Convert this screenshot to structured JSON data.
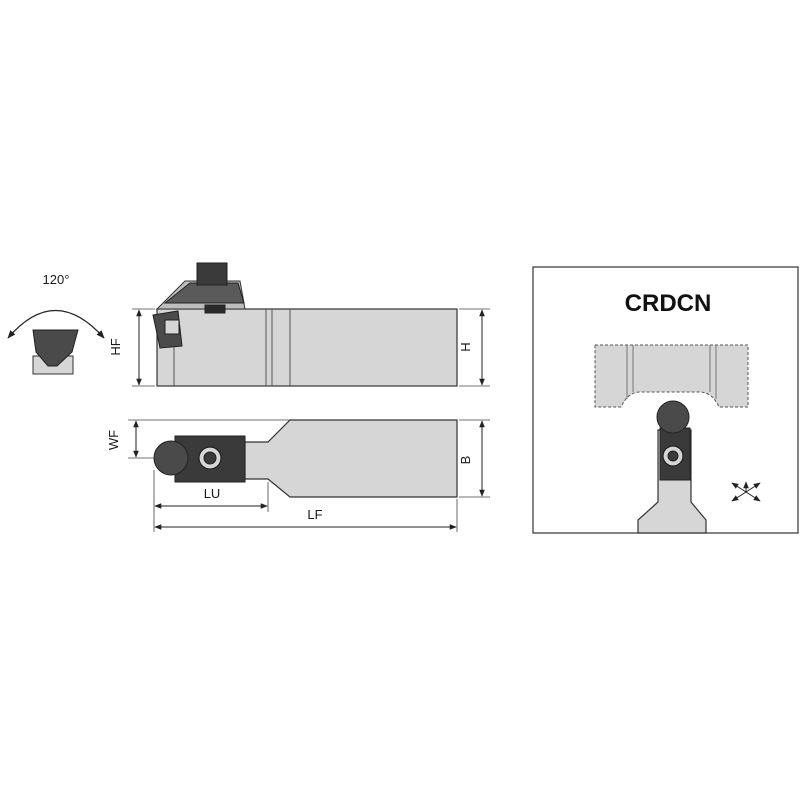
{
  "angle_label": "120°",
  "dimensions": {
    "hf": "HF",
    "h": "H",
    "wf": "WF",
    "b": "B",
    "lu": "LU",
    "lf": "LF"
  },
  "panel": {
    "title": "CRDCN"
  },
  "colors": {
    "body": "#d6d6d6",
    "dark": "#3a3a3a",
    "outline": "#333333",
    "shade": "#9a9a9a"
  }
}
